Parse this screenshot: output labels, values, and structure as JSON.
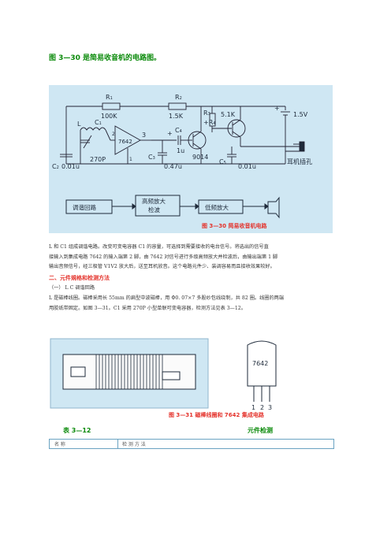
{
  "page_title": "图 3—30 是简易收音机的电路图。",
  "fig1": {
    "caption": "图 3—30    简易收音机电路",
    "labels": {
      "r1": "R",
      "r1_sub": "1",
      "r1_val": "100K",
      "r2": "R",
      "r2_sub": "2",
      "r2_val": "1.5K",
      "r3": "R",
      "r3_sub": "3",
      "r3_val": "5.1K",
      "r4": "+R",
      "r4_sub": "4",
      "c4": "C",
      "c4_sub": "4",
      "ic": "7642",
      "ic_pin3": "3",
      "ic_pin2": "2",
      "ic_pin1": "1",
      "l": "L",
      "c1": "C",
      "c1_sub": "1",
      "c1_val": "270P",
      "c2": "C",
      "c2_sub": "2",
      "c2_val": "0.01u",
      "c3": "C",
      "c3_sub": "3",
      "c3_val": "0.47u",
      "c4_val": "1u",
      "c5": "C",
      "c5_sub": "5",
      "c5_val": "0.01u",
      "t": "9014",
      "battery": "1.5V",
      "jack": "耳机插孔",
      "plus1": "+",
      "plus2": "+"
    },
    "blocks": [
      "调谐回路",
      "高频放大\n检波",
      "低频放大",
      "耳机"
    ]
  },
  "paragraph1": "L 和 C1 组成调谐电路。改变可变电容器 C1 的容量，可选择到需要接收的电台信号。将选出的信号直接输入到集成电路 7642 的输入端第 2 脚，由 7642 对信号进行多级高频放大并检波后，由输出端第 1 脚输出音频信号，经三极管 V1V2 放大后，送至耳机放音。这个电路元件少、装调容易而且接收效果较好。",
  "para1_lines": [
    "L 和 C1 组成调谐电路。改变可变电容器 C1 的容量，可选择到需要接收的电台信号。将选出的信号直",
    "接输入到集成电路 7642 的输入端第 2 脚，由 7642 对信号进行多级高频放大并检波后，由输出端第 1 脚",
    "输出音频信号，经三极管 V1V2 放大后，送至耳机放音。这个电路元件少、装调容易而且接收效果较好。"
  ],
  "section_title": "二、元件規格和检测方法",
  "subsection": "（一） L C 调谐回路",
  "para2_lines": [
    "L 是磁棒线圈。磁棒采用长 55mm 的扁型中波磁棒，用 Φ0. 07×7 多股纱包线绕制，共 82 圈。线圈的两端",
    "用胶纸带固定。如图 3—31。C1 采用 270P 小型单联可变电容器，检测方法见表 3—12。"
  ],
  "fig2": {
    "caption": "图 3—31    磁棒线圈和 7642 集成电路",
    "chip_label": "7642",
    "pins": [
      "1",
      "2",
      "3"
    ]
  },
  "table": {
    "label": "表 3—12",
    "title": "元件检测",
    "header": [
      "名    称",
      "检  测  方  法"
    ]
  }
}
